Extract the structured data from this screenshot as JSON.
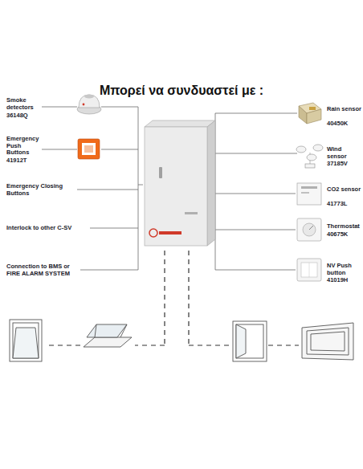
{
  "diagram": {
    "title": "Μπορεί να συνδυαστεί με :",
    "labels": [
      "Smoke detectors",
      "36148Q",
      "Emergency Push Buttons",
      "41912T",
      "Emergency Closing Buttons",
      "Interlock to other C-SV",
      "Connection to BMS or FIRE ALARM SYSTEM",
      "Rain sensor",
      "40450K",
      "Wind sensor",
      "37185V",
      "CO2 sensor",
      "41773L",
      "Thermostat",
      "40675K",
      "NV Push button",
      "41019H"
    ]
  }
}
